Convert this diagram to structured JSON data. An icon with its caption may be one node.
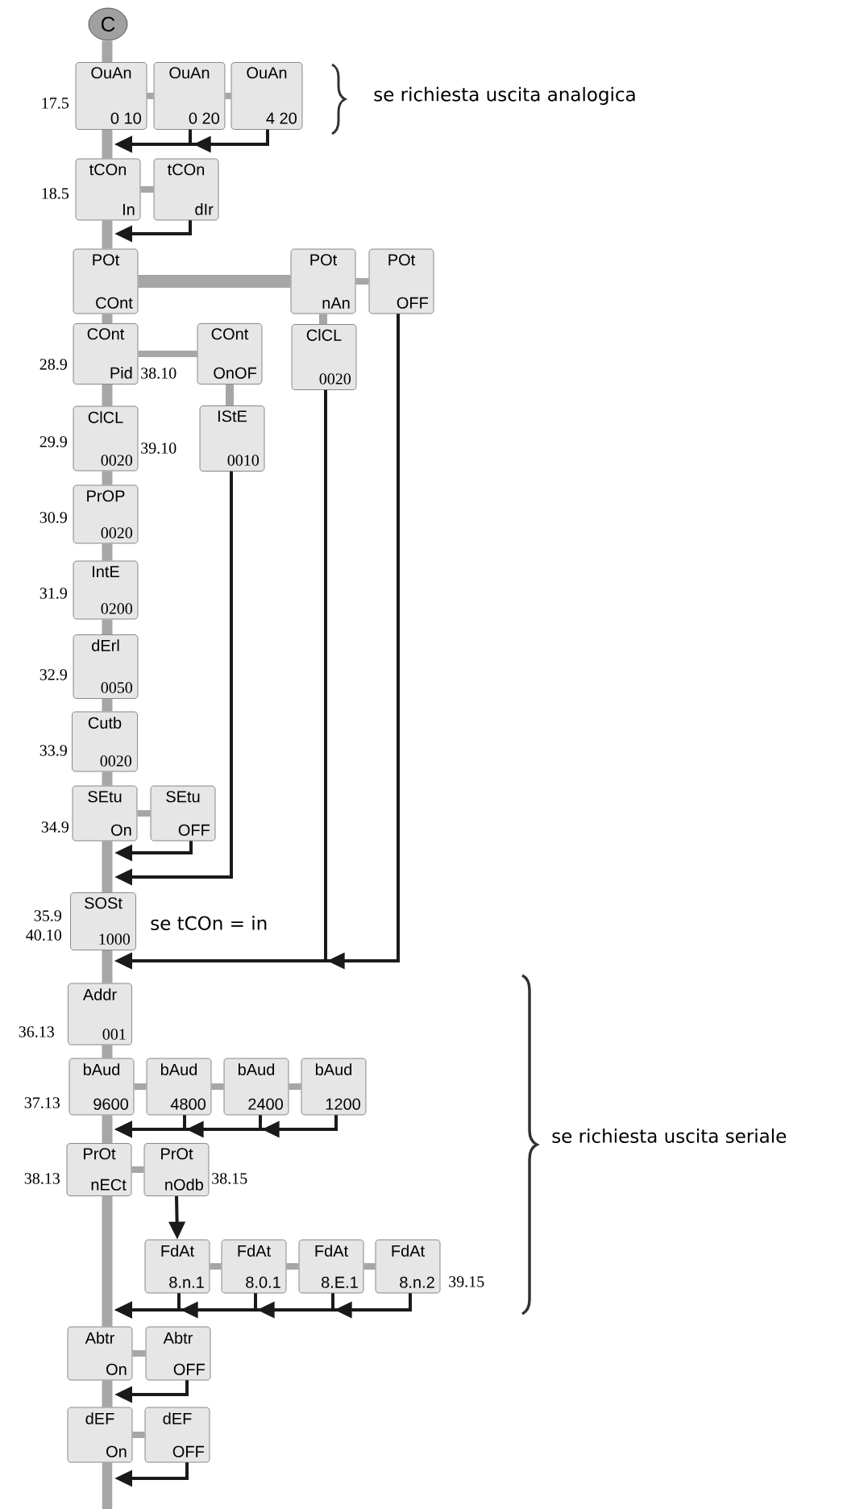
{
  "diagram": {
    "nodes": [
      {
        "text": [
          "C"
        ]
      },
      {
        "text": [
          "OuAn",
          "0 10"
        ],
        "beside": [
          "17.5"
        ]
      },
      {
        "text": [
          "OuAn",
          "0 20"
        ]
      },
      {
        "text": [
          "OuAn",
          "4 20"
        ]
      },
      {
        "text": [
          "tCOn",
          "In"
        ],
        "beside": [
          "18.5"
        ]
      },
      {
        "text": [
          "tCOn",
          "dIr"
        ]
      },
      {
        "text": [
          "POt",
          "COnt"
        ]
      },
      {
        "text": [
          "POt",
          "nAn"
        ]
      },
      {
        "text": [
          "POt",
          "OFF"
        ]
      },
      {
        "text": [
          "COnt",
          "Pid"
        ],
        "beside": [
          "28.9",
          "38.10"
        ]
      },
      {
        "text": [
          "COnt",
          "OnOF"
        ]
      },
      {
        "text": [
          "ClCL",
          "0020"
        ]
      },
      {
        "text": [
          "ClCL",
          "0020"
        ],
        "beside": [
          "29.9",
          "39.10"
        ]
      },
      {
        "text": [
          "IStE",
          "0010"
        ]
      },
      {
        "text": [
          "PrOP",
          "0020"
        ],
        "beside": [
          "30.9"
        ]
      },
      {
        "text": [
          "IntE",
          "0200"
        ],
        "beside": [
          "31.9"
        ]
      },
      {
        "text": [
          "dErl",
          "0050"
        ],
        "beside": [
          "32.9"
        ]
      },
      {
        "text": [
          "Cutb",
          "0020"
        ],
        "beside": [
          "33.9"
        ]
      },
      {
        "text": [
          "SEtu",
          "On"
        ],
        "beside": [
          "34.9"
        ]
      },
      {
        "text": [
          "SEtu",
          "OFF"
        ]
      },
      {
        "text": [
          "SOSt",
          "1000"
        ],
        "beside": [
          "35.9",
          "40.10",
          "se tCOn = in"
        ]
      },
      {
        "text": [
          "Addr",
          "001"
        ],
        "beside": [
          "36.13"
        ]
      },
      {
        "text": [
          "bAud",
          "9600"
        ],
        "beside": [
          "37.13"
        ]
      },
      {
        "text": [
          "bAud",
          "4800"
        ]
      },
      {
        "text": [
          "bAud",
          "2400"
        ]
      },
      {
        "text": [
          "bAud",
          "1200"
        ]
      },
      {
        "text": [
          "PrOt",
          "nECt"
        ],
        "beside": [
          "38.13"
        ]
      },
      {
        "text": [
          "PrOt",
          "nOdb"
        ],
        "beside": [
          "38.15"
        ]
      },
      {
        "text": [
          "FdAt",
          "8.n.1"
        ]
      },
      {
        "text": [
          "FdAt",
          "8.0.1"
        ]
      },
      {
        "text": [
          "FdAt",
          "8.E.1"
        ]
      },
      {
        "text": [
          "FdAt",
          "8.n.2"
        ],
        "beside": [
          "39.15"
        ]
      },
      {
        "text": [
          "Abtr",
          "On"
        ]
      },
      {
        "text": [
          "Abtr",
          "OFF"
        ]
      },
      {
        "text": [
          "dEF",
          "On"
        ]
      },
      {
        "text": [
          "dEF",
          "OFF"
        ]
      }
    ],
    "edges": [
      {
        "from": 0,
        "to": 1,
        "arrow": "none"
      },
      {
        "from": 1,
        "to": 2,
        "arrow": "none"
      },
      {
        "from": 2,
        "to": 3,
        "arrow": "none"
      },
      {
        "from": 1,
        "to": 4,
        "arrow": "none"
      },
      {
        "from": 4,
        "to": 5,
        "arrow": "none"
      },
      {
        "from": 4,
        "to": 6,
        "arrow": "none"
      },
      {
        "from": 6,
        "to": 7,
        "arrow": "none",
        "style": "thick"
      },
      {
        "from": 7,
        "to": 8,
        "arrow": "none"
      },
      {
        "from": 6,
        "to": 9,
        "arrow": "none"
      },
      {
        "from": 9,
        "to": 10,
        "arrow": "none"
      },
      {
        "from": 7,
        "to": 11,
        "arrow": "none"
      },
      {
        "from": 10,
        "to": 13,
        "arrow": "none"
      },
      {
        "from": 9,
        "to": 12,
        "arrow": "none"
      },
      {
        "from": 12,
        "to": 14,
        "arrow": "none"
      },
      {
        "from": 14,
        "to": 15,
        "arrow": "none"
      },
      {
        "from": 15,
        "to": 16,
        "arrow": "none"
      },
      {
        "from": 16,
        "to": 17,
        "arrow": "none"
      },
      {
        "from": 17,
        "to": 18,
        "arrow": "none"
      },
      {
        "from": 18,
        "to": 19,
        "arrow": "none"
      },
      {
        "from": 18,
        "to": 20,
        "arrow": "none"
      },
      {
        "from": 20,
        "to": 21,
        "arrow": "none"
      },
      {
        "from": 21,
        "to": 22,
        "arrow": "none"
      },
      {
        "from": 22,
        "to": 23,
        "arrow": "none"
      },
      {
        "from": 23,
        "to": 24,
        "arrow": "none"
      },
      {
        "from": 24,
        "to": 25,
        "arrow": "none"
      },
      {
        "from": 22,
        "to": 26,
        "arrow": "none"
      },
      {
        "from": 26,
        "to": 27,
        "arrow": "none"
      },
      {
        "from": 28,
        "to": 29,
        "arrow": "none"
      },
      {
        "from": 29,
        "to": 30,
        "arrow": "none"
      },
      {
        "from": 30,
        "to": 31,
        "arrow": "none"
      },
      {
        "from": 26,
        "to": 32,
        "arrow": "none"
      },
      {
        "from": 32,
        "to": 33,
        "arrow": "none"
      },
      {
        "from": 32,
        "to": 34,
        "arrow": "none"
      },
      {
        "from": 34,
        "to": 35,
        "arrow": "none"
      },
      {
        "from": 34,
        "to": null,
        "arrow": "none"
      },
      {
        "from": 2,
        "to": 4,
        "arrow": "to",
        "color": "#1a1a1a"
      },
      {
        "from": 3,
        "to": 4,
        "arrow": "to",
        "color": "#1a1a1a"
      },
      {
        "from": 5,
        "to": 6,
        "arrow": "to",
        "color": "#1a1a1a"
      },
      {
        "from": 19,
        "to": 18,
        "arrow": "to",
        "color": "#1a1a1a"
      },
      {
        "from": 13,
        "to": 20,
        "arrow": "to",
        "color": "#1a1a1a"
      },
      {
        "from": 11,
        "to": 21,
        "arrow": "to",
        "color": "#1a1a1a"
      },
      {
        "from": 8,
        "to": 21,
        "arrow": "to",
        "color": "#1a1a1a"
      },
      {
        "from": 23,
        "to": 26,
        "arrow": "to",
        "color": "#1a1a1a"
      },
      {
        "from": 24,
        "to": 26,
        "arrow": "to",
        "color": "#1a1a1a"
      },
      {
        "from": 25,
        "to": 26,
        "arrow": "to",
        "color": "#1a1a1a"
      },
      {
        "from": 27,
        "to": 28,
        "arrow": "to",
        "color": "#1a1a1a"
      },
      {
        "from": 28,
        "to": 32,
        "arrow": "to",
        "color": "#1a1a1a"
      },
      {
        "from": 29,
        "to": 32,
        "arrow": "to",
        "color": "#1a1a1a"
      },
      {
        "from": 30,
        "to": 32,
        "arrow": "to",
        "color": "#1a1a1a"
      },
      {
        "from": 31,
        "to": 32,
        "arrow": "to",
        "color": "#1a1a1a"
      },
      {
        "from": 33,
        "to": 34,
        "arrow": "to",
        "color": "#1a1a1a"
      },
      {
        "from": 35,
        "to": 34,
        "arrow": "to",
        "color": "#1a1a1a"
      }
    ],
    "labels": [
      "se richiesta uscita analogica",
      "se richiesta uscita seriale"
    ]
  }
}
